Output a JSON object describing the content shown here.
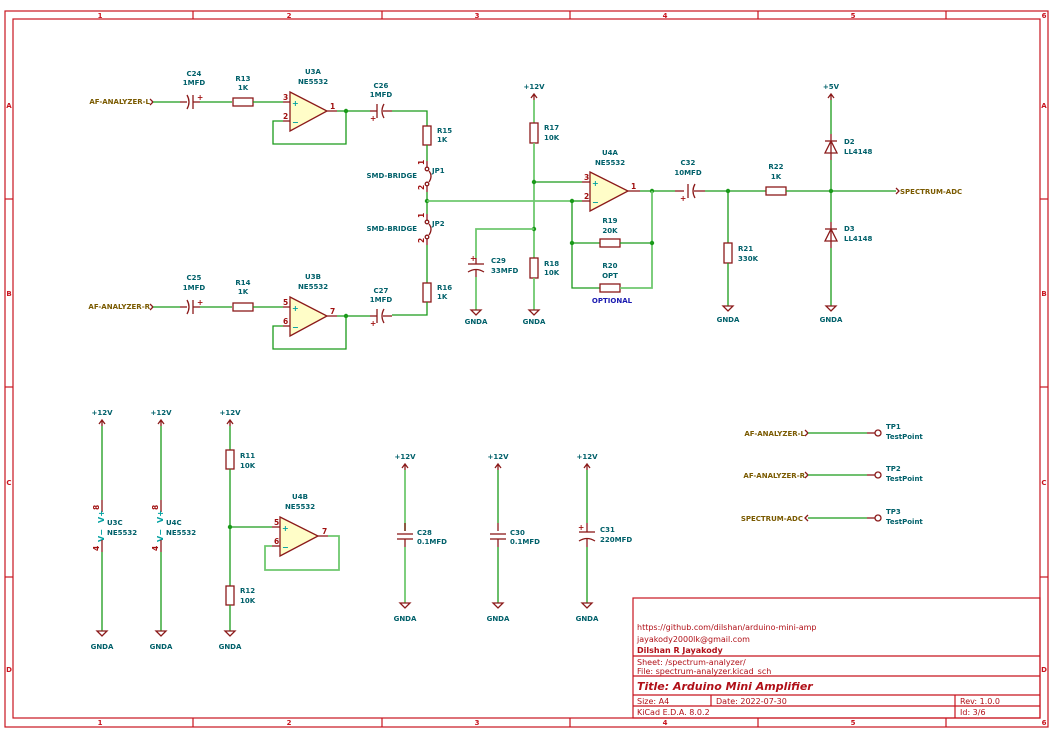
{
  "frame": {
    "columns": [
      "1",
      "2",
      "3",
      "4",
      "5",
      "6"
    ],
    "rows": [
      "A",
      "B",
      "C",
      "D"
    ]
  },
  "colors": {
    "frame": "#c8141e",
    "wire": "#1a9a1a",
    "symbol": "#8b1a1a",
    "opamp_fill": "#fffdc8",
    "reference_text": "#00606a",
    "net_label": "#7a5a00",
    "note": "#1a1ab0"
  },
  "nets": {
    "af_left": "AF-ANALYZER-L",
    "af_right": "AF-ANALYZER-R",
    "spectrum_adc": "SPECTRUM-ADC"
  },
  "power": {
    "v12": "+12V",
    "v5": "+5V",
    "gnda": "GNDA"
  },
  "components": {
    "C24": {
      "ref": "C24",
      "value": "1MFD"
    },
    "C25": {
      "ref": "C25",
      "value": "1MFD"
    },
    "C26": {
      "ref": "C26",
      "value": "1MFD"
    },
    "C27": {
      "ref": "C27",
      "value": "1MFD"
    },
    "C28": {
      "ref": "C28",
      "value": "0.1MFD"
    },
    "C29": {
      "ref": "C29",
      "value": "33MFD"
    },
    "C30": {
      "ref": "C30",
      "value": "0.1MFD"
    },
    "C31": {
      "ref": "C31",
      "value": "220MFD"
    },
    "C32": {
      "ref": "C32",
      "value": "10MFD"
    },
    "R11": {
      "ref": "R11",
      "value": "10K"
    },
    "R12": {
      "ref": "R12",
      "value": "10K"
    },
    "R13": {
      "ref": "R13",
      "value": "1K"
    },
    "R14": {
      "ref": "R14",
      "value": "1K"
    },
    "R15": {
      "ref": "R15",
      "value": "1K"
    },
    "R16": {
      "ref": "R16",
      "value": "1K"
    },
    "R17": {
      "ref": "R17",
      "value": "10K"
    },
    "R18": {
      "ref": "R18",
      "value": "10K"
    },
    "R19": {
      "ref": "R19",
      "value": "20K"
    },
    "R20": {
      "ref": "R20",
      "value": "OPT"
    },
    "R21": {
      "ref": "R21",
      "value": "330K"
    },
    "R22": {
      "ref": "R22",
      "value": "1K"
    },
    "U3A": {
      "ref": "U3A",
      "value": "NE5532",
      "pins": [
        "3",
        "2",
        "1"
      ]
    },
    "U3B": {
      "ref": "U3B",
      "value": "NE5532",
      "pins": [
        "5",
        "6",
        "7"
      ]
    },
    "U3C": {
      "ref": "U3C",
      "value": "NE5532",
      "pins": [
        "8",
        "4"
      ]
    },
    "U4A": {
      "ref": "U4A",
      "value": "NE5532",
      "pins": [
        "3",
        "2",
        "1"
      ]
    },
    "U4B": {
      "ref": "U4B",
      "value": "NE5532",
      "pins": [
        "5",
        "6",
        "7"
      ]
    },
    "U4C": {
      "ref": "U4C",
      "value": "NE5532",
      "pins": [
        "8",
        "4"
      ]
    },
    "JP1": {
      "ref": "JP1",
      "value": "SMD-BRIDGE",
      "pins": [
        "1",
        "2"
      ]
    },
    "JP2": {
      "ref": "JP2",
      "value": "SMD-BRIDGE",
      "pins": [
        "1",
        "2"
      ]
    },
    "D2": {
      "ref": "D2",
      "value": "LL4148"
    },
    "D3": {
      "ref": "D3",
      "value": "LL4148"
    },
    "TP1": {
      "ref": "TP1",
      "value": "TestPoint"
    },
    "TP2": {
      "ref": "TP2",
      "value": "TestPoint"
    },
    "TP3": {
      "ref": "TP3",
      "value": "TestPoint"
    }
  },
  "opamp_signs": {
    "plus": "+",
    "minus": "−",
    "vplus": "V+",
    "vminus": "V−"
  },
  "cap_plus": "+",
  "notes": {
    "optional": "OPTIONAL"
  },
  "title_block": {
    "url": "https://github.com/dilshan/arduino-mini-amp",
    "email": "jayakody2000lk@gmail.com",
    "author": "Dilshan R Jayakody",
    "sheet": "Sheet: /spectrum-analyzer/",
    "file": "File: spectrum-analyzer.kicad_sch",
    "title": "Title: Arduino Mini Amplifier",
    "size": "Size: A4",
    "date": "Date: 2022-07-30",
    "rev": "Rev: 1.0.0",
    "tool": "KiCad E.D.A. 8.0.2",
    "id": "Id: 3/6"
  }
}
